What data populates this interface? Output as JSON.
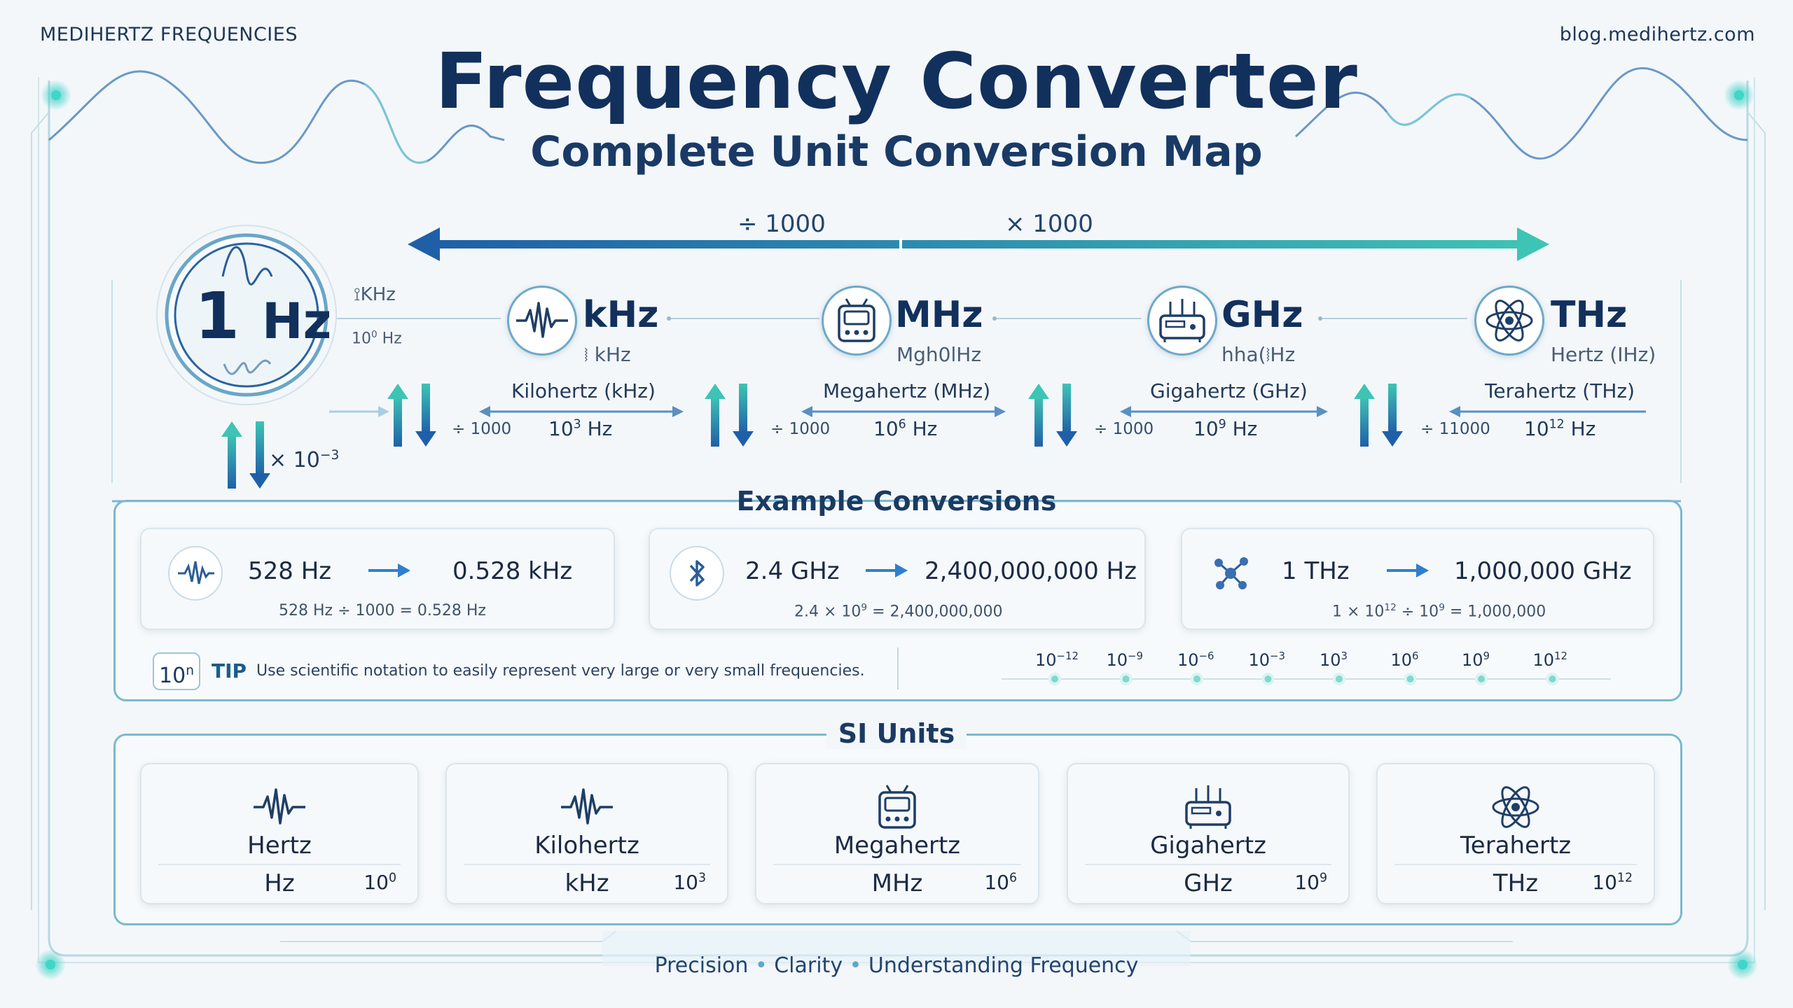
{
  "header": {
    "brand": "MEDIHERTZ FREQUENCIES",
    "site": "blog.medihertz.com",
    "title": "Frequency Converter",
    "subtitle": "Complete Unit Conversion Map"
  },
  "colors": {
    "navy": "#12305c",
    "teal": "#3ec4b4",
    "blue": "#1f5fa8",
    "panel_border": "#7cb8cf"
  },
  "scale_arrow": {
    "left_label": "÷ 1000",
    "right_label": "× 1000"
  },
  "hz_node": {
    "value": "1",
    "unit": "Hz",
    "side_top": "⟟KHz",
    "side_base": "10",
    "side_exp": "0",
    "side_unit": "Hz",
    "down_base": "× 10",
    "down_exp": "−3",
    "icon": "sine-wave-icon"
  },
  "units": [
    {
      "unit": "kHz",
      "sub": "⧘ kHz",
      "name": "Kilohertz (kHz)",
      "pow_base": "10",
      "pow_exp": "3",
      "pow_unit": "Hz",
      "divider": "÷ 1000",
      "icon": "sine-wave-icon"
    },
    {
      "unit": "MHz",
      "sub": "Mgh0lHz",
      "name": "Megahertz (MHz)",
      "pow_base": "10",
      "pow_exp": "6",
      "pow_unit": "Hz",
      "divider": "÷ 1000",
      "icon": "radio-icon"
    },
    {
      "unit": "GHz",
      "sub": "hha(⧘Hz",
      "name": "Gigahertz (GHz)",
      "pow_base": "10",
      "pow_exp": "9",
      "pow_unit": "Hz",
      "divider": "÷ 1000",
      "icon": "router-icon"
    },
    {
      "unit": "THz",
      "sub": "Hertz (IHz)",
      "name": "Terahertz (THz)",
      "pow_base": "10",
      "pow_exp": "12",
      "pow_unit": "Hz",
      "divider": "÷ 11000",
      "icon": "atom-icon"
    }
  ],
  "examples": {
    "title": "Example Conversions",
    "items": [
      {
        "from": "528 Hz",
        "to": "0.528 kHz",
        "formula": "528 Hz ÷ 1000 = 0.528 Hz",
        "icon": "sine-wave-icon"
      },
      {
        "from": "2.4 GHz",
        "to": "2,400,000,000 Hz",
        "formula_a": "2.4 × 10",
        "formula_exp": "9",
        "formula_b": " = 2,400,000,000",
        "icon": "bluetooth-icon"
      },
      {
        "from": "1 THz",
        "to": "1,000,000 GHz",
        "formula_a": "1 × 10",
        "formula_exp": "12",
        "formula_b": " ÷ 10",
        "formula_exp2": "9",
        "formula_c": " = 1,000,000",
        "icon": "molecule-icon"
      }
    ],
    "tip_badge_base": "10",
    "tip_badge_exp": "n",
    "tip_label": "TIP",
    "tip_text": "Use scientific notation to easily represent very large or very small frequencies.",
    "scale": [
      {
        "base": "10",
        "exp": "−12"
      },
      {
        "base": "10",
        "exp": "−9"
      },
      {
        "base": "10",
        "exp": "−6"
      },
      {
        "base": "10",
        "exp": "−3"
      },
      {
        "base": "10",
        "exp": "3"
      },
      {
        "base": "10",
        "exp": "6"
      },
      {
        "base": "10",
        "exp": "9"
      },
      {
        "base": "10",
        "exp": "12"
      }
    ]
  },
  "si_units": {
    "title": "SI Units",
    "items": [
      {
        "name": "Hertz",
        "symbol": "Hz",
        "pow_base": "10",
        "pow_exp": "0",
        "icon": "sine-wave-icon"
      },
      {
        "name": "Kilohertz",
        "symbol": "kHz",
        "pow_base": "10",
        "pow_exp": "3",
        "icon": "sine-wave-icon"
      },
      {
        "name": "Megahertz",
        "symbol": "MHz",
        "pow_base": "10",
        "pow_exp": "6",
        "icon": "radio-icon"
      },
      {
        "name": "Gigahertz",
        "symbol": "GHz",
        "pow_base": "10",
        "pow_exp": "9",
        "icon": "router-icon"
      },
      {
        "name": "Terahertz",
        "symbol": "THz",
        "pow_base": "10",
        "pow_exp": "12",
        "icon": "atom-icon"
      }
    ]
  },
  "footer": {
    "a": "Precision",
    "b": "Clarity",
    "c": "Understanding Frequency",
    "sep": "•"
  }
}
